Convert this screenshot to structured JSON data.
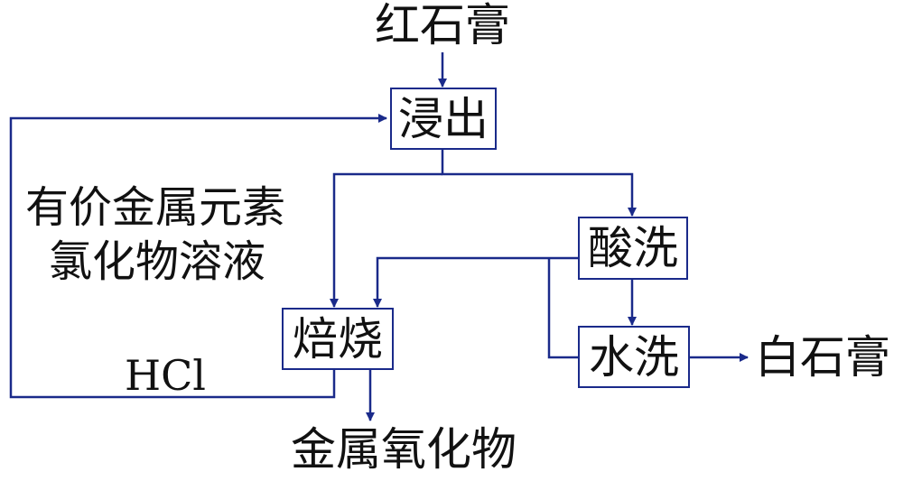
{
  "input": {
    "label": "红石膏"
  },
  "steps": {
    "leach": "浸出",
    "roast": "焙烧",
    "acid_wash": "酸洗",
    "water_wash": "水洗"
  },
  "outputs": {
    "white_gypsum": "白石膏",
    "metal_oxide": "金属氧化物"
  },
  "streams": {
    "chloride_solution_line1": "有价金属元素",
    "chloride_solution_line2": "氯化物溶液",
    "hcl": "HCl"
  },
  "colors": {
    "line": "#1a2a8a",
    "text": "#111111"
  }
}
